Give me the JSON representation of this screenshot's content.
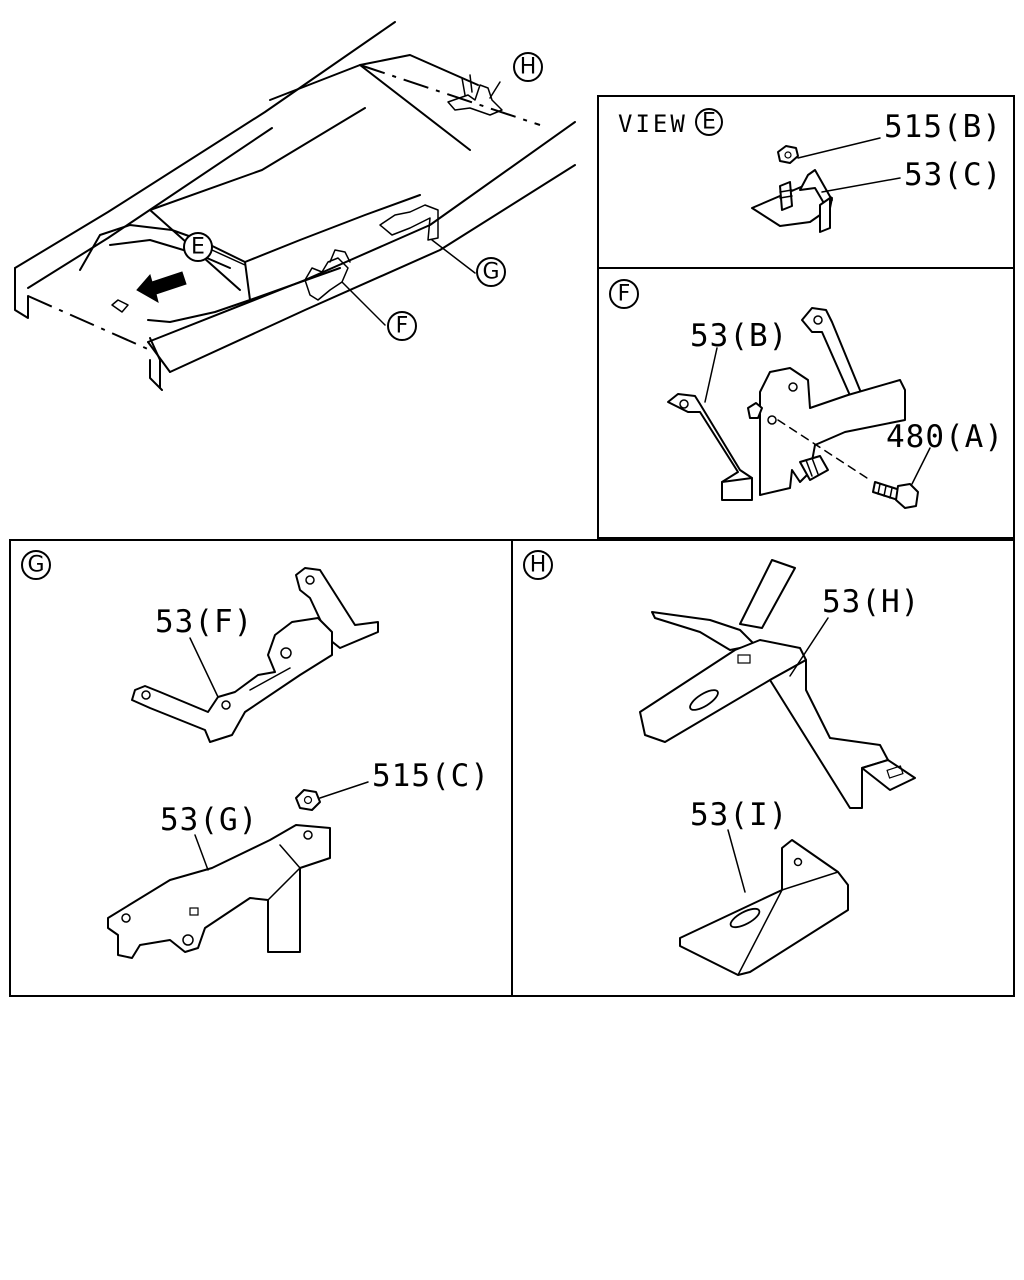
{
  "overview": {
    "callouts": {
      "h": "H",
      "e": "E",
      "g": "G",
      "f": "F"
    }
  },
  "view_e": {
    "heading": "VIEW",
    "ref": "E",
    "parts": {
      "nut": "515(B)",
      "bracket": "53(C)"
    }
  },
  "panel_f": {
    "ref": "F",
    "parts": {
      "bracket": "53(B)",
      "bolt": "480(A)"
    }
  },
  "panel_g": {
    "ref": "G",
    "parts": {
      "bracket_upper": "53(F)",
      "nut": "515(C)",
      "bracket_lower": "53(G)"
    }
  },
  "panel_h": {
    "ref": "H",
    "parts": {
      "bracket_upper": "53(H)",
      "bracket_lower": "53(I)"
    }
  }
}
